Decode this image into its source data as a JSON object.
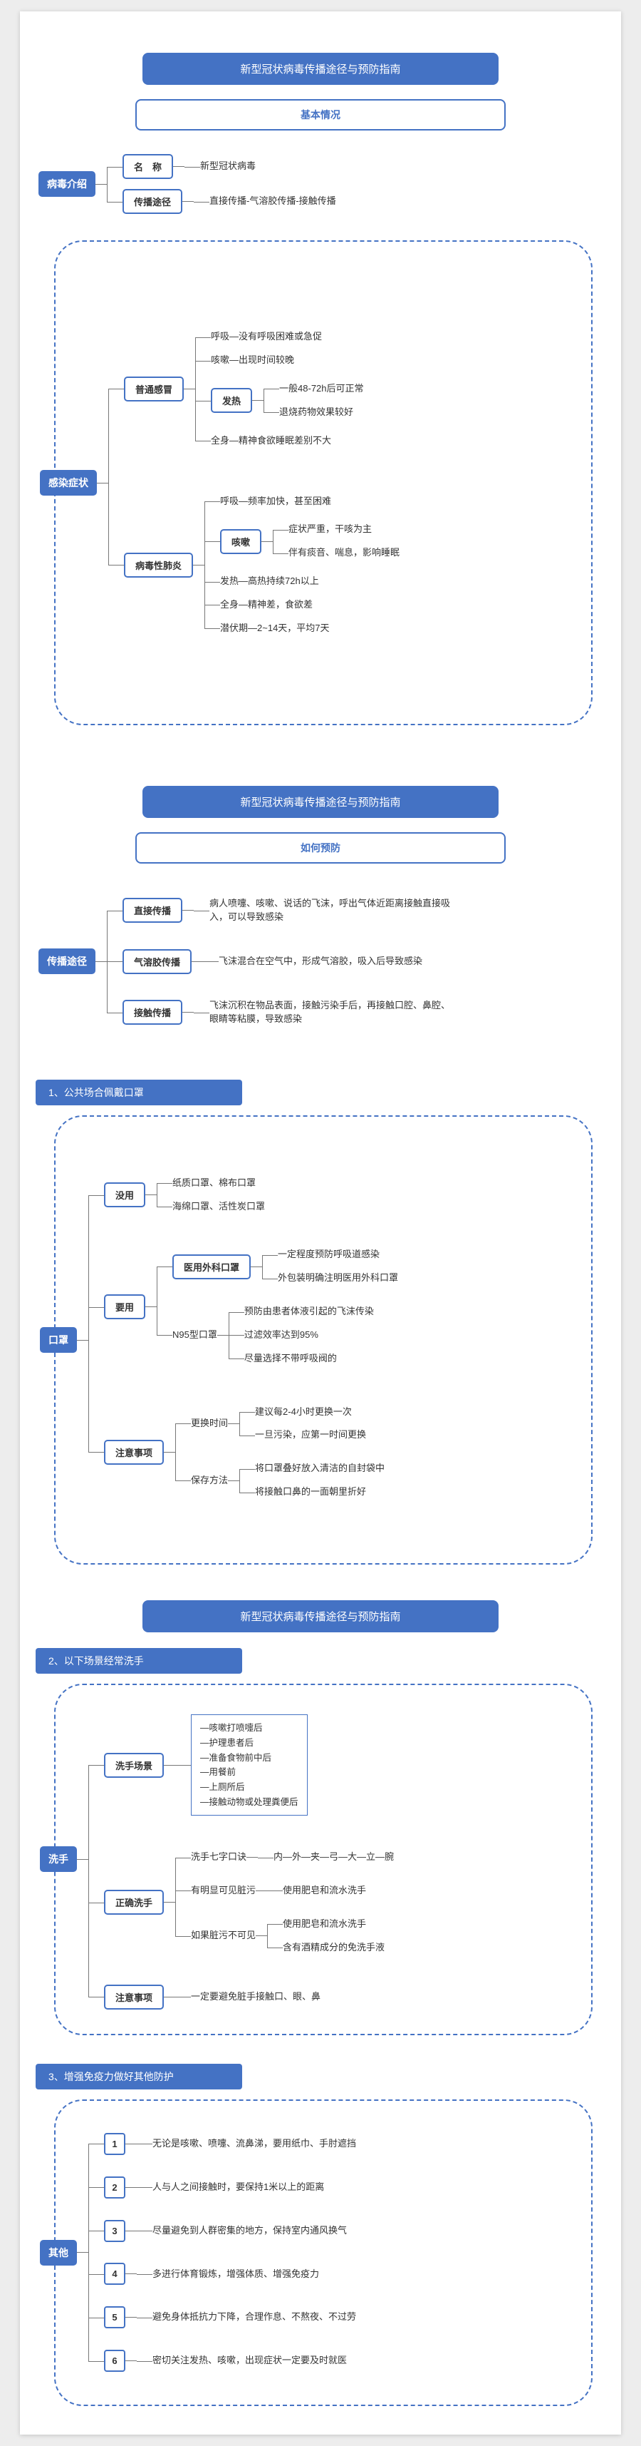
{
  "title": "新型冠状病毒传播途径与预防指南",
  "colors": {
    "accent": "#4472C4",
    "line": "#777777",
    "ink": "#333333"
  },
  "s1": {
    "sub": "基本情况",
    "intro": {
      "root": "病毒介绍",
      "name_label": "名　称",
      "name_value": "新型冠状病毒",
      "route_label": "传播途径",
      "route_value": "直接传播-气溶胶传播-接触传播"
    },
    "symptoms": {
      "root": "感染症状",
      "cold": {
        "label": "普通感冒",
        "breath": "呼吸—没有呼吸困难或急促",
        "cough": "咳嗽—出现时间较晚",
        "fever_label": "发热",
        "fever1": "一般48-72h后可正常",
        "fever2": "退烧药物效果较好",
        "whole": "全身—精神食欲睡眠差别不大"
      },
      "pneumonia": {
        "label": "病毒性肺炎",
        "breath": "呼吸—频率加快，甚至困难",
        "cough_label": "咳嗽",
        "cough1": "症状严重，干咳为主",
        "cough2": "伴有痰音、喘息，影响睡眠",
        "fever": "发热—高热持续72h以上",
        "whole": "全身—精神差，食欲差",
        "incubation": "潜伏期—2~14天，平均7天"
      }
    }
  },
  "s2": {
    "sub": "如何预防",
    "root": "传播途径",
    "direct_label": "直接传播",
    "direct_text": "病人喷嚏、咳嗽、说话的飞沫，呼出气体近距离接触直接吸入，可以导致感染",
    "aerosol_label": "气溶胶传播",
    "aerosol_text": "飞沫混合在空气中，形成气溶胶，吸入后导致感染",
    "contact_label": "接触传播",
    "contact_text": "飞沫沉积在物品表面，接触污染手后，再接触口腔、鼻腔、眼睛等粘膜，导致感染"
  },
  "s3": {
    "header": "1、公共场合佩戴口罩",
    "root": "口罩",
    "useless_label": "没用",
    "useless1": "纸质口罩、棉布口罩",
    "useless2": "海绵口罩、活性炭口罩",
    "use_label": "要用",
    "surgical_label": "医用外科口罩",
    "surgical1": "一定程度预防呼吸道感染",
    "surgical2": "外包装明确注明医用外科口罩",
    "n95_label": "N95型口罩",
    "n95_1": "预防由患者体液引起的飞沫传染",
    "n95_2": "过滤效率达到95%",
    "n95_3": "尽量选择不带呼吸阀的",
    "notes_label": "注意事项",
    "replace_label": "更换时间",
    "replace1": "建议每2-4小时更换一次",
    "replace2": "一旦污染，应第一时间更换",
    "store_label": "保存方法",
    "store1": "将口罩叠好放入清洁的自封袋中",
    "store2": "将接触口鼻的一面朝里折好"
  },
  "s4": {
    "header": "2、以下场景经常洗手",
    "root": "洗手",
    "scene_label": "洗手场景",
    "scenes": [
      "—咳嗽打喷嚏后",
      "—护理患者后",
      "—准备食物前中后",
      "—用餐前",
      "—上厕所后",
      "—接触动物或处理粪便后"
    ],
    "correct_label": "正确洗手",
    "formula_label": "洗手七字口诀",
    "formula_value": "内—外—夹—弓—大—立—腕",
    "visible_label": "有明显可见脏污",
    "visible_value": "使用肥皂和流水洗手",
    "invisible_label": "如果脏污不可见",
    "invisible1": "使用肥皂和流水洗手",
    "invisible2": "含有酒精成分的免洗手液",
    "notes_label": "注意事项",
    "notes_value": "一定要避免脏手接触口、眼、鼻"
  },
  "s5": {
    "header": "3、增强免疫力做好其他防护",
    "root": "其他",
    "items": [
      {
        "num": "1",
        "text": "无论是咳嗽、喷嚏、流鼻涕，要用纸巾、手肘遮挡"
      },
      {
        "num": "2",
        "text": "人与人之间接触时，要保持1米以上的距离"
      },
      {
        "num": "3",
        "text": "尽量避免到人群密集的地方，保持室内通风换气"
      },
      {
        "num": "4",
        "text": "多进行体育锻炼，增强体质、增强免疫力"
      },
      {
        "num": "5",
        "text": "避免身体抵抗力下降，合理作息、不熬夜、不过劳"
      },
      {
        "num": "6",
        "text": "密切关注发热、咳嗽，出现症状一定要及时就医"
      }
    ]
  }
}
